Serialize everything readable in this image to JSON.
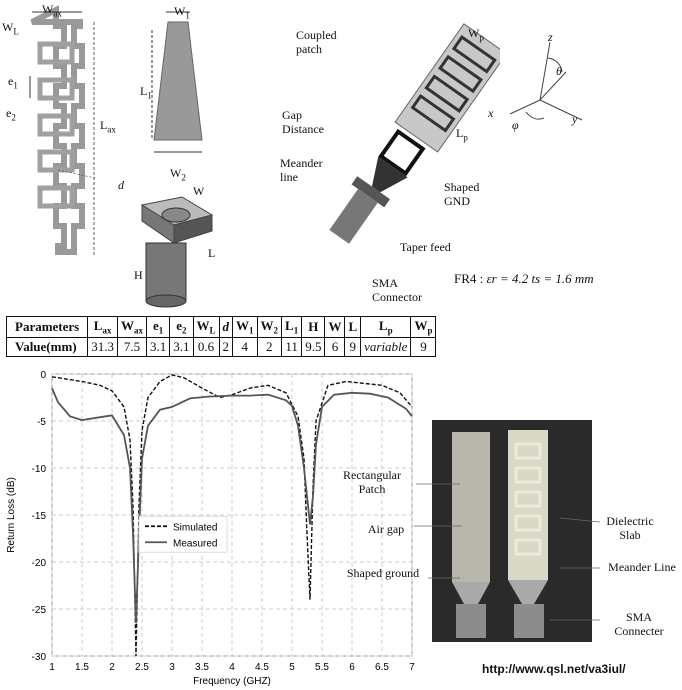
{
  "top_labels": {
    "wax": "W",
    "wax_sub": "ax",
    "wl": "W",
    "wl_sub": "L",
    "e1": "e",
    "e1_sub": "1",
    "e2": "e",
    "e2_sub": "2",
    "lax": "L",
    "lax_sub": "ax",
    "d": "d",
    "w1": "W",
    "w1_sub": "1",
    "l1": "L",
    "l1_sub": "1",
    "w2": "W",
    "w2_sub": "2",
    "w": "W",
    "l": "L",
    "h": "H",
    "coupled_patch": "Coupled patch",
    "wp": "W",
    "wp_sub": "p",
    "lp": "L",
    "lp_sub": "p",
    "gap_distance": "Gap Distance",
    "meander_line": "Meander line",
    "shaped_gnd": "Shaped GND",
    "taper_feed": "Taper feed",
    "sma_connector": "SMA Connector",
    "fr4": "FR4 :",
    "fr4_params": "εr = 4.2  ts = 1.6 mm",
    "axis_z": "z",
    "axis_theta": "θ",
    "axis_x": "x",
    "axis_y": "y",
    "axis_phi": "φ"
  },
  "table": {
    "header_label": "Parameters",
    "headers": [
      {
        "t": "L",
        "s": "ax"
      },
      {
        "t": "W",
        "s": "ax"
      },
      {
        "t": "e",
        "s": "1"
      },
      {
        "t": "e",
        "s": "2"
      },
      {
        "t": "W",
        "s": "L"
      },
      {
        "t": "d",
        "s": ""
      },
      {
        "t": "W",
        "s": "1"
      },
      {
        "t": "W",
        "s": "2"
      },
      {
        "t": "L",
        "s": "1"
      },
      {
        "t": "H",
        "s": ""
      },
      {
        "t": "W",
        "s": ""
      },
      {
        "t": "L",
        "s": ""
      },
      {
        "t": "L",
        "s": "p"
      },
      {
        "t": "W",
        "s": "p"
      }
    ],
    "value_label": "Value(mm)",
    "values": [
      "31.3",
      "7.5",
      "3.1",
      "3.1",
      "0.6",
      "2",
      "4",
      "2",
      "11",
      "9.5",
      "6",
      "9",
      "variable",
      "9"
    ]
  },
  "chart_data": {
    "type": "line",
    "xlabel": "Frequency (GHZ)",
    "ylabel": "Return Loss (dB)",
    "xlim": [
      1,
      7
    ],
    "ylim": [
      -30,
      0
    ],
    "xticks": [
      "1",
      "1.5",
      "2",
      "2.5",
      "3",
      "3.5",
      "4",
      "4.5",
      "5",
      "5.5",
      "6",
      "6.5",
      "7"
    ],
    "yticks": [
      "0",
      "-5",
      "-10",
      "-15",
      "-20",
      "-25",
      "-30"
    ],
    "grid": true,
    "legend_position": "center",
    "series": [
      {
        "name": "Simulated",
        "style": "dashed",
        "x": [
          1,
          1.2,
          1.5,
          1.8,
          2.0,
          2.2,
          2.3,
          2.35,
          2.4,
          2.45,
          2.5,
          2.6,
          2.8,
          3.0,
          3.2,
          3.5,
          3.8,
          4.0,
          4.3,
          4.6,
          4.9,
          5.1,
          5.2,
          5.25,
          5.3,
          5.35,
          5.4,
          5.6,
          5.9,
          6.2,
          6.5,
          6.8,
          7.0
        ],
        "y": [
          -0.3,
          -0.5,
          -0.8,
          -1.2,
          -1.8,
          -3.5,
          -7,
          -14,
          -30,
          -14,
          -6,
          -2.5,
          -0.8,
          -0.1,
          -0.4,
          -1.5,
          -2.5,
          -2.2,
          -1.5,
          -1.2,
          -2,
          -4.5,
          -9,
          -17,
          -24,
          -12,
          -5,
          -1.2,
          -0.8,
          -1,
          -1.2,
          -2,
          -3.5
        ]
      },
      {
        "name": "Measured",
        "style": "solid",
        "x": [
          1,
          1.1,
          1.3,
          1.5,
          1.8,
          2.0,
          2.2,
          2.3,
          2.35,
          2.4,
          2.45,
          2.5,
          2.6,
          2.8,
          3.0,
          3.3,
          3.6,
          4.0,
          4.3,
          4.6,
          4.9,
          5.0,
          5.1,
          5.2,
          5.3,
          5.35,
          5.4,
          5.5,
          5.7,
          6.0,
          6.3,
          6.6,
          6.9,
          7.0
        ],
        "y": [
          -1.5,
          -3,
          -4.5,
          -4.9,
          -4.6,
          -4.4,
          -6.5,
          -10,
          -17,
          -26.5,
          -17,
          -9,
          -5.5,
          -3.8,
          -3.5,
          -2.6,
          -2.4,
          -2.3,
          -2.3,
          -2.2,
          -2.8,
          -3.4,
          -5.5,
          -10,
          -16,
          -13,
          -7.5,
          -3.5,
          -2.2,
          -2,
          -2.1,
          -2.5,
          -3.7,
          -4.5
        ]
      }
    ]
  },
  "photo": {
    "rect_patch": "Rectangular Patch",
    "air_gap": "Air gap",
    "shaped_ground": "Shaped ground",
    "dielectric_slab": "Dielectric Slab",
    "meander_line": "Meander Line",
    "sma_connecter": "SMA Connecter"
  },
  "url": "http://www.qsl.net/va3iul/"
}
